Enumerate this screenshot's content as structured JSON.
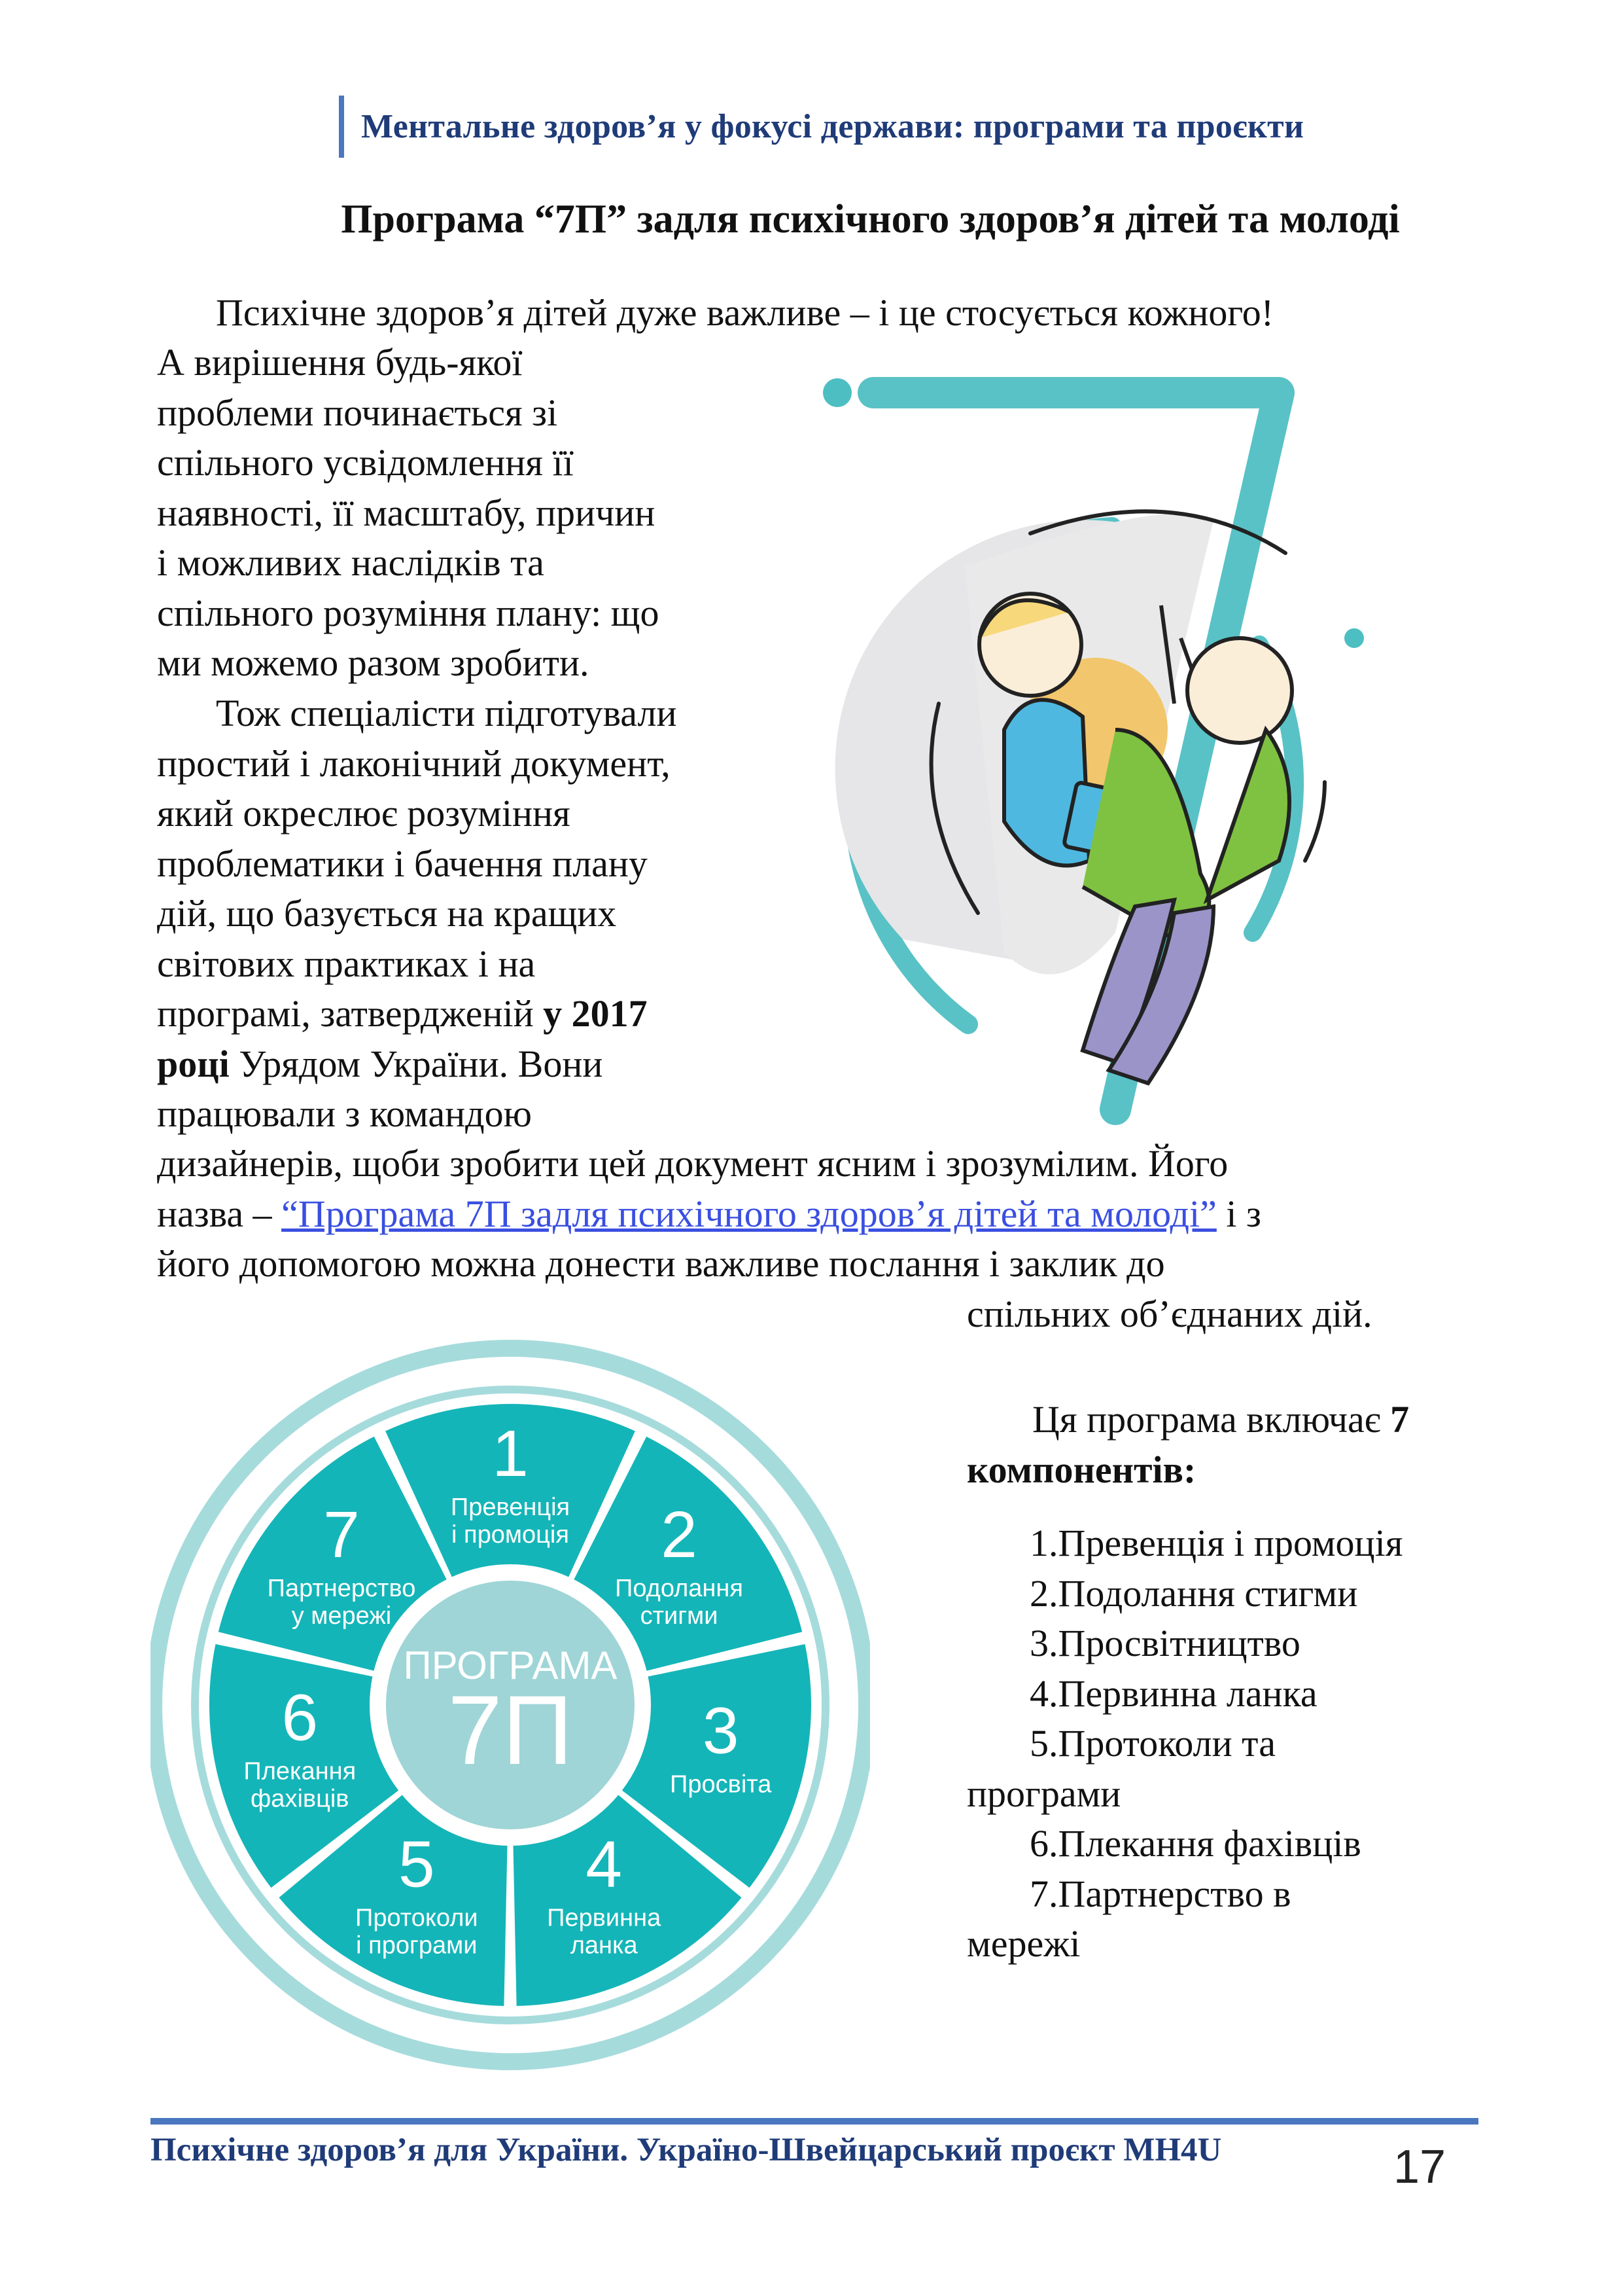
{
  "header": "Ментальне здоров’я у фокусі держави: програми та проєкти",
  "title": "Програма “7П” задля психічного здоров’я дітей та молоді",
  "intro_lines": [
    "Психічне здоров’я дітей дуже важливе – і це стосується кожного!"
  ],
  "col_lines": [
    "А вирішення будь-якої",
    "проблеми починається зі",
    "спільного усвідомлення її",
    "наявності, її масштабу, причин",
    "і можливих наслідків та",
    "спільного розуміння плану: що",
    "ми можемо разом зробити."
  ],
  "col2_lines": [
    "Тож спеціалісти підготували",
    "простий і лаконічний документ,",
    "який окреслює розуміння",
    "проблематики і бачення плану",
    "дій, що базується на кращих",
    "світових практиках і на"
  ],
  "col2_bold_line": {
    "pre": "програмі, затвердженій ",
    "bold": "у 2017"
  },
  "col2_line_rest": {
    "bold": "році",
    "post": " Урядом України. Вони"
  },
  "col2_last": "працювали з командою",
  "full_line1": "дизайнерів, щоби зробити цей документ ясним і зрозумілим. Його",
  "full_line2": {
    "pre": "назва – ",
    "link": "“Програма 7П задля психічного здоров’я дітей та молоді”",
    "post": " і з"
  },
  "full_line3": "його допомогою можна донести важливе послання і заклик до",
  "full_line4": "спільних об’єднаних дій.",
  "list": {
    "intro_pre": "Ця програма включає ",
    "intro_bold1": "7",
    "intro_bold2": "компонентів:",
    "items": [
      {
        "num": "1.",
        "text": "Превенція і промоція"
      },
      {
        "num": "2.",
        "text": "Подолання стигми"
      },
      {
        "num": "3.",
        "text": "Просвітництво"
      },
      {
        "num": "4.",
        "text": "Первинна ланка"
      },
      {
        "num": "5.",
        "text": "Протоколи та",
        "cont": "програми"
      },
      {
        "num": "6.",
        "text": "Плекання фахівців"
      },
      {
        "num": "7.",
        "text": "Партнерство в",
        "cont": "мережі"
      }
    ]
  },
  "wheel": {
    "center_top": "ПРОГРАМА",
    "center_bottom": "7П",
    "segments": [
      {
        "num": "1",
        "l1": "Превенція",
        "l2": "і промоція"
      },
      {
        "num": "2",
        "l1": "Подолання",
        "l2": "стигми"
      },
      {
        "num": "3",
        "l1": "Просвіта",
        "l2": ""
      },
      {
        "num": "4",
        "l1": "Первинна",
        "l2": "ланка"
      },
      {
        "num": "5",
        "l1": "Протоколи",
        "l2": "і програми"
      },
      {
        "num": "6",
        "l1": "Плекання",
        "l2": "фахівців"
      },
      {
        "num": "7",
        "l1": "Партнерство",
        "l2": "у мережі"
      }
    ]
  },
  "footer": "Психічне здоров’я для України. Україно-Швейцарський проєкт MH4U",
  "page_number": "17",
  "colors": {
    "accent": "#1f3b78",
    "rule": "#4a77c0",
    "teal": "#14b5b8",
    "teal_light": "#a6dbdc"
  }
}
